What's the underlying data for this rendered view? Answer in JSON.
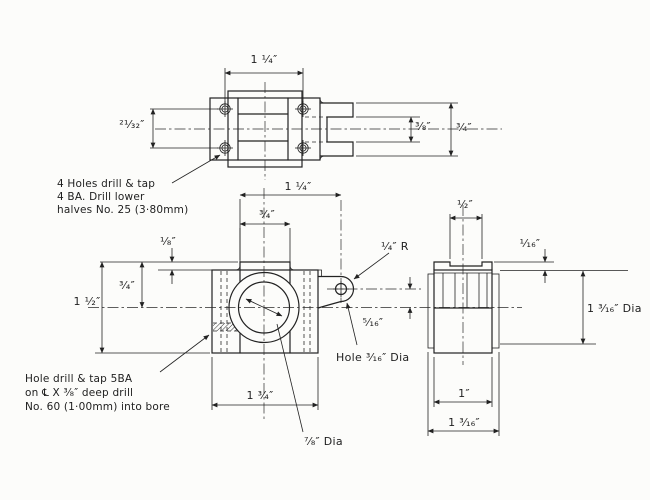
{
  "notes": {
    "note1": {
      "lines": [
        "4 Holes drill & tap",
        "4 BA. Drill lower",
        "halves No. 25 (3·80mm)"
      ]
    },
    "note2": {
      "lines": [
        "Hole drill & tap 5BA",
        "on ℄ X ³⁄₈″ deep drill",
        "No. 60 (1·00mm) into bore"
      ]
    }
  },
  "top_view": {
    "dims": {
      "width": "1 ¹⁄₄″",
      "height": "²¹⁄₃₂″",
      "slot": "³⁄₈″",
      "fork": "³⁄₄″"
    }
  },
  "front_view": {
    "dims": {
      "top_width": "1 ¹⁄₄″",
      "boss_width": "³⁄₄″",
      "boss_height": "¹⁄₈″",
      "upper_half": "³⁄₄″",
      "height": "1 ¹⁄₂″",
      "width": "1 ³⁄₄″",
      "lug_offset": "⁵⁄₁₆″",
      "lug_radius": "¹⁄₄″ R",
      "lug_hole": "Hole ³⁄₁₆″ Dia",
      "bore": "⁷⁄₈″ Dia"
    }
  },
  "side_view": {
    "dims": {
      "slot_width": "¹⁄₂″",
      "lip": "¹⁄₁₆″",
      "boss_dia": "1 ³⁄₁₆″ Dia",
      "body_width": "1″",
      "overall_width": "1 ³⁄₁₆″"
    }
  },
  "colors": {
    "line": "#222222",
    "background": "#fcfcfa"
  }
}
